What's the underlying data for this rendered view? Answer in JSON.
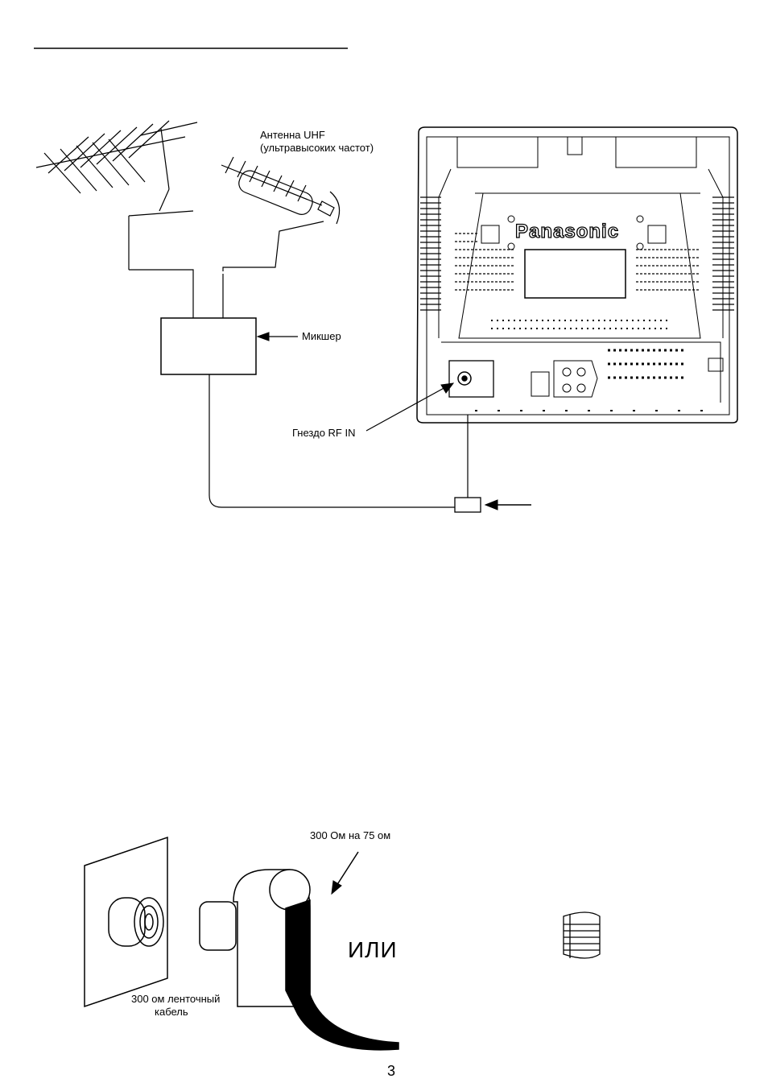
{
  "labels": {
    "uhf_line1": "Антенна UHF",
    "uhf_line2": "(ультравысоких частот)",
    "mixer": "Микшер",
    "rf_in": "Гнездо RF IN",
    "brand": "Panasonic",
    "adapter": "300 Ом на 75 ом",
    "ribbon_line1": "300 ом ленточный",
    "ribbon_line2": "кабель",
    "or": "ИЛИ"
  },
  "page_number": "3"
}
